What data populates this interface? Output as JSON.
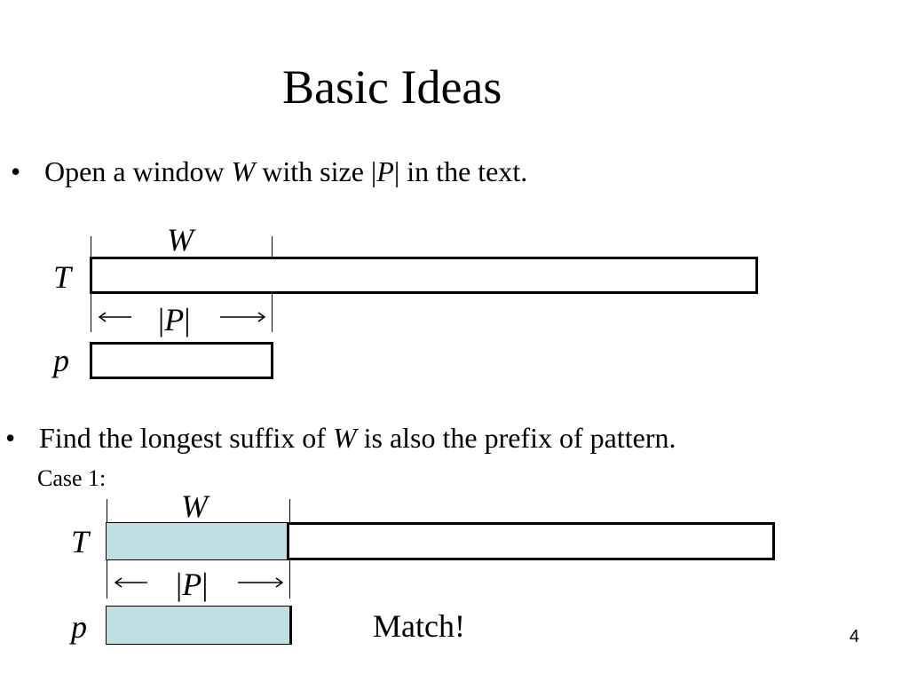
{
  "slide": {
    "title": "Basic Ideas",
    "page_number": "4"
  },
  "bullet1": {
    "marker": "•",
    "before": "Open a window ",
    "var_w": "W",
    "mid": " with size |",
    "var_p": "P",
    "after": "| in the text."
  },
  "bullet2": {
    "marker": "•",
    "before": "Find the longest suffix of ",
    "var_w": "W",
    "after": " is also the prefix of pattern."
  },
  "diagram1": {
    "window_label": "W",
    "text_label": "T",
    "pattern_label": "p",
    "length_open": "|",
    "length_var": "P",
    "length_close": "|"
  },
  "diagram2": {
    "case_label": "Case 1:",
    "window_label": "W",
    "text_label": "T",
    "pattern_label": "p",
    "length_open": "|",
    "length_var": "P",
    "length_close": "|",
    "status": "Match!",
    "highlight_color": "#bfe0e3"
  }
}
